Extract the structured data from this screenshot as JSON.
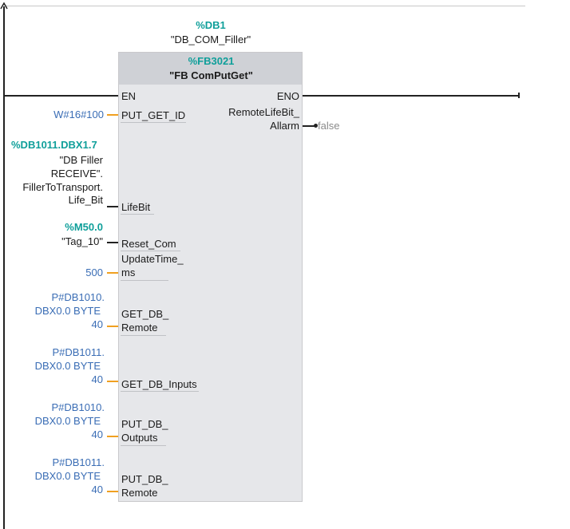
{
  "instance": {
    "address": "%DB1",
    "name": "\"DB_COM_Filler\""
  },
  "block": {
    "address": "%FB3021",
    "name": "\"FB ComPutGet\""
  },
  "pins": {
    "en": "EN",
    "eno": "ENO",
    "put_get_id": "PUT_GET_ID",
    "remote_life_bit_1": "RemoteLifeBit_",
    "remote_life_bit_2": "Allarm",
    "life_bit": "LifeBit",
    "reset_com": "Reset_Com",
    "update_time_1": "UpdateTime_",
    "update_time_2": "ms",
    "get_db_remote_1": "GET_DB_",
    "get_db_remote_2": "Remote",
    "get_db_inputs": "GET_DB_Inputs",
    "put_db_outputs_1": "PUT_DB_",
    "put_db_outputs_2": "Outputs",
    "put_db_remote_1": "PUT_DB_",
    "put_db_remote_2": "Remote"
  },
  "operands": {
    "put_get_id": "W#16#100",
    "remote_life_bit": "false",
    "life_bit": {
      "address": "%DB1011.DBX1.7",
      "line1": "\"DB Filler",
      "line2": "RECEIVE\".",
      "line3": "FillerToTransport.",
      "line4": "Life_Bit"
    },
    "reset_com": {
      "address": "%M50.0",
      "name": "\"Tag_10\""
    },
    "update_time": "500",
    "get_db_remote": {
      "line1": "P#DB1010.",
      "line2": "DBX0.0 BYTE",
      "line3": "40"
    },
    "get_db_inputs": {
      "line1": "P#DB1011.",
      "line2": "DBX0.0 BYTE",
      "line3": "40"
    },
    "put_db_outputs": {
      "line1": "P#DB1010.",
      "line2": "DBX0.0 BYTE",
      "line3": "40"
    },
    "put_db_remote": {
      "line1": "P#DB1011.",
      "line2": "DBX0.0 BYTE",
      "line3": "40"
    }
  },
  "colors": {
    "address_teal": "#0f9f9a",
    "constant_blue": "#3a6db5",
    "wire_orange": "#f0a020"
  }
}
